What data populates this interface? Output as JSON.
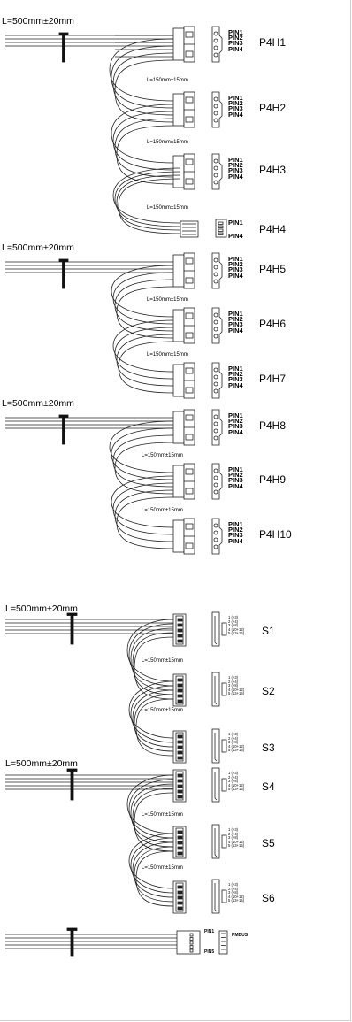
{
  "len_main": "L=500mm±20mm",
  "len_sub": "L=150mm±15mm",
  "pins4": [
    "PIN1",
    "PIN2",
    "PIN3",
    "PIN4"
  ],
  "pin_first": "PIN1",
  "pin_last": "PIN4",
  "pin_last5": "PIN5",
  "sata_pins": [
    "1 (+3)",
    "2 (+4)",
    "3 (+8)",
    "4 (10+12)",
    "5 (13+15)"
  ],
  "pmbus": "PMBUS",
  "molex": [
    {
      "id": "P4H1"
    },
    {
      "id": "P4H2"
    },
    {
      "id": "P4H3"
    },
    {
      "id": "P4H4"
    },
    {
      "id": "P4H5"
    },
    {
      "id": "P4H6"
    },
    {
      "id": "P4H7"
    },
    {
      "id": "P4H8"
    },
    {
      "id": "P4H9"
    },
    {
      "id": "P4H10"
    }
  ],
  "sata": [
    {
      "id": "S1"
    },
    {
      "id": "S2"
    },
    {
      "id": "S3"
    },
    {
      "id": "S4"
    },
    {
      "id": "S5"
    },
    {
      "id": "S6"
    }
  ]
}
